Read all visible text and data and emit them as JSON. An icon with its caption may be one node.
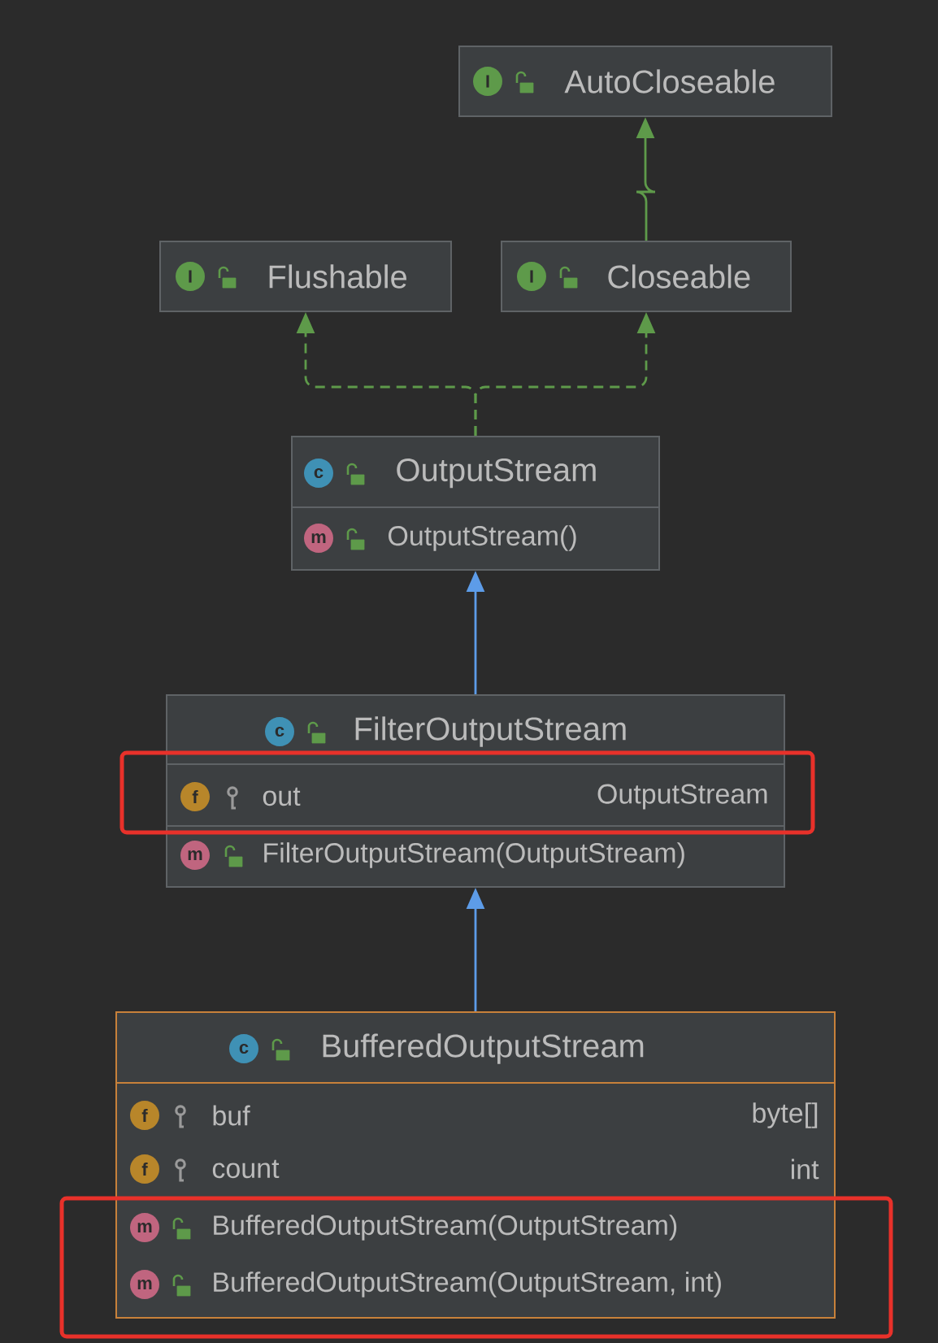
{
  "diagram": {
    "nodes": [
      {
        "text": [
          "I",
          "AutoCloseable"
        ]
      },
      {
        "text": [
          "I",
          "Flushable"
        ]
      },
      {
        "text": [
          "I",
          "Closeable"
        ]
      },
      {
        "text": [
          "c",
          "OutputStream",
          "m",
          "OutputStream()"
        ]
      },
      {
        "text": [
          "c",
          "FilterOutputStream",
          "f",
          "out",
          "OutputStream",
          "m",
          "FilterOutputStream(OutputStream)"
        ]
      },
      {
        "text": [
          "c",
          "BufferedOutputStream",
          "f",
          "buf",
          "byte[]",
          "f",
          "count",
          "int",
          "m",
          "BufferedOutputStream(OutputStream)",
          "m",
          "BufferedOutputStream(OutputStream, int)"
        ]
      }
    ],
    "edges": [
      {
        "from": 2,
        "to": 0,
        "arrow": "to",
        "color": "#5e9a4a"
      },
      {
        "from": 3,
        "to": 1,
        "arrow": "to",
        "style": "dashed",
        "color": "#5e9a4a"
      },
      {
        "from": 3,
        "to": 2,
        "arrow": "to",
        "style": "dashed",
        "color": "#5e9a4a"
      },
      {
        "from": 4,
        "to": 3,
        "arrow": "to",
        "color": "#5d9ce8"
      },
      {
        "from": 5,
        "to": 4,
        "arrow": "to",
        "color": "#5d9ce8"
      }
    ]
  }
}
